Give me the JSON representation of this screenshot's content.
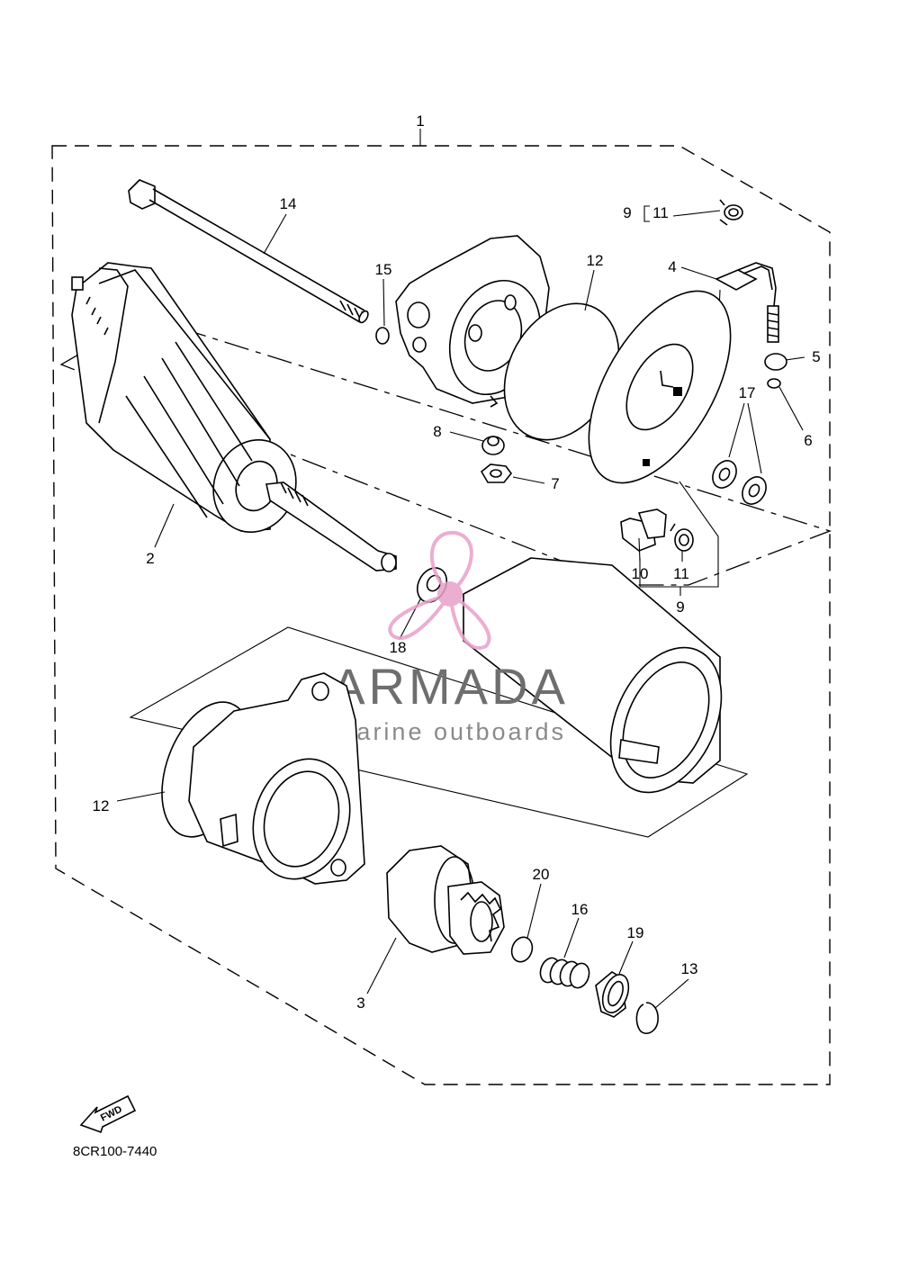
{
  "diagram": {
    "callouts": [
      {
        "id": "c1",
        "label": "1"
      },
      {
        "id": "c14",
        "label": "14"
      },
      {
        "id": "c15",
        "label": "15"
      },
      {
        "id": "c12a",
        "label": "12"
      },
      {
        "id": "c9a",
        "label": "9"
      },
      {
        "id": "c11a",
        "label": "11"
      },
      {
        "id": "c4",
        "label": "4"
      },
      {
        "id": "c5",
        "label": "5"
      },
      {
        "id": "c6",
        "label": "6"
      },
      {
        "id": "c8",
        "label": "8"
      },
      {
        "id": "c7",
        "label": "7"
      },
      {
        "id": "c17",
        "label": "17"
      },
      {
        "id": "c2",
        "label": "2"
      },
      {
        "id": "c10",
        "label": "10"
      },
      {
        "id": "c11b",
        "label": "11"
      },
      {
        "id": "c9b",
        "label": "9"
      },
      {
        "id": "c18",
        "label": "18"
      },
      {
        "id": "c12b",
        "label": "12"
      },
      {
        "id": "c20",
        "label": "20"
      },
      {
        "id": "c16",
        "label": "16"
      },
      {
        "id": "c19",
        "label": "19"
      },
      {
        "id": "c13",
        "label": "13"
      },
      {
        "id": "c3",
        "label": "3"
      }
    ],
    "fwd_label": "FWD",
    "diagram_code": "8CR100-7440"
  },
  "watermark": {
    "title": "ARMADA",
    "subtitle": "marine outboards",
    "colors": {
      "propeller": "#e8a0c8",
      "text": "#6e6e6e"
    }
  }
}
